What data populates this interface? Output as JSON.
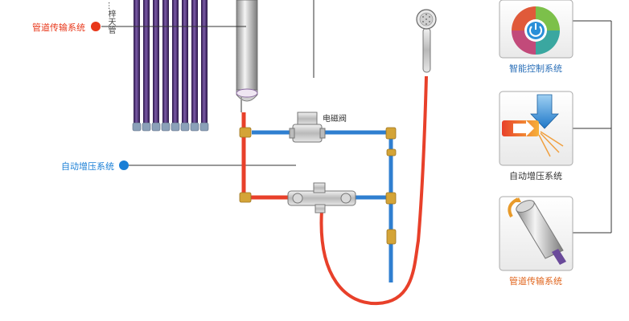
{
  "labels": {
    "tube_vertical": "…梓天管",
    "solenoid_valve": "电磁阀"
  },
  "callouts": {
    "pipeline_left": "管道传输系统",
    "booster_left": "自动增压系统"
  },
  "panels": {
    "smart_control": "智能控制系统",
    "auto_boost": "自动增压系统",
    "pipeline": "管道传输系统"
  },
  "colors": {
    "callout_red": "#e8371a",
    "callout_blue": "#1a7fd6",
    "panel_caption_blue": "#2a6fb8",
    "panel_caption_orange": "#e0641c",
    "pipe_hot": "#e8402a",
    "pipe_cold": "#2f7fd0",
    "tube_purple": "#4a2c7a",
    "brass": "#d4a437"
  },
  "icons": {
    "smart_control": "power-dial-icon",
    "auto_boost": "arrow-pressure-icon",
    "pipeline": "pipe-cutaway-icon"
  }
}
